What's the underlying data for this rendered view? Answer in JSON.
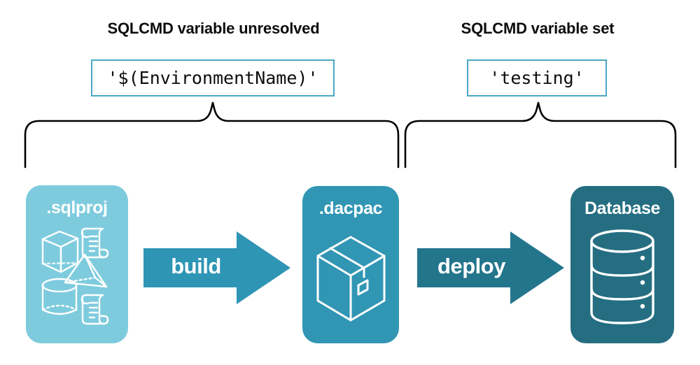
{
  "headings": {
    "left": "SQLCMD variable unresolved",
    "right": "SQLCMD variable set"
  },
  "code_boxes": {
    "left": "'$(EnvironmentName)'",
    "right": "'testing'"
  },
  "stages": [
    {
      "id": "sqlproj",
      "label": ".sqlproj",
      "color": "#7ecbde",
      "icons": [
        "wireframe-cube-icon",
        "scroll-script-icon",
        "wireframe-pyramid-icon",
        "wireframe-cylinder-icon",
        "scroll-script-icon"
      ]
    },
    {
      "id": "dacpac",
      "label": ".dacpac",
      "color": "#3096b4",
      "icons": [
        "package-box-icon"
      ]
    },
    {
      "id": "database",
      "label": "Database",
      "color": "#256e82",
      "icons": [
        "database-cylinder-icon"
      ]
    }
  ],
  "arrows": [
    {
      "id": "build",
      "label": "build",
      "color": "#2e95b5"
    },
    {
      "id": "deploy",
      "label": "deploy",
      "color": "#23758c"
    }
  ],
  "braces": {
    "left_color": "#000000",
    "right_color": "#000000"
  },
  "palette": {
    "accent_border": "#4aa8c4",
    "text": "#0d0d0d",
    "background": "#ffffff"
  }
}
